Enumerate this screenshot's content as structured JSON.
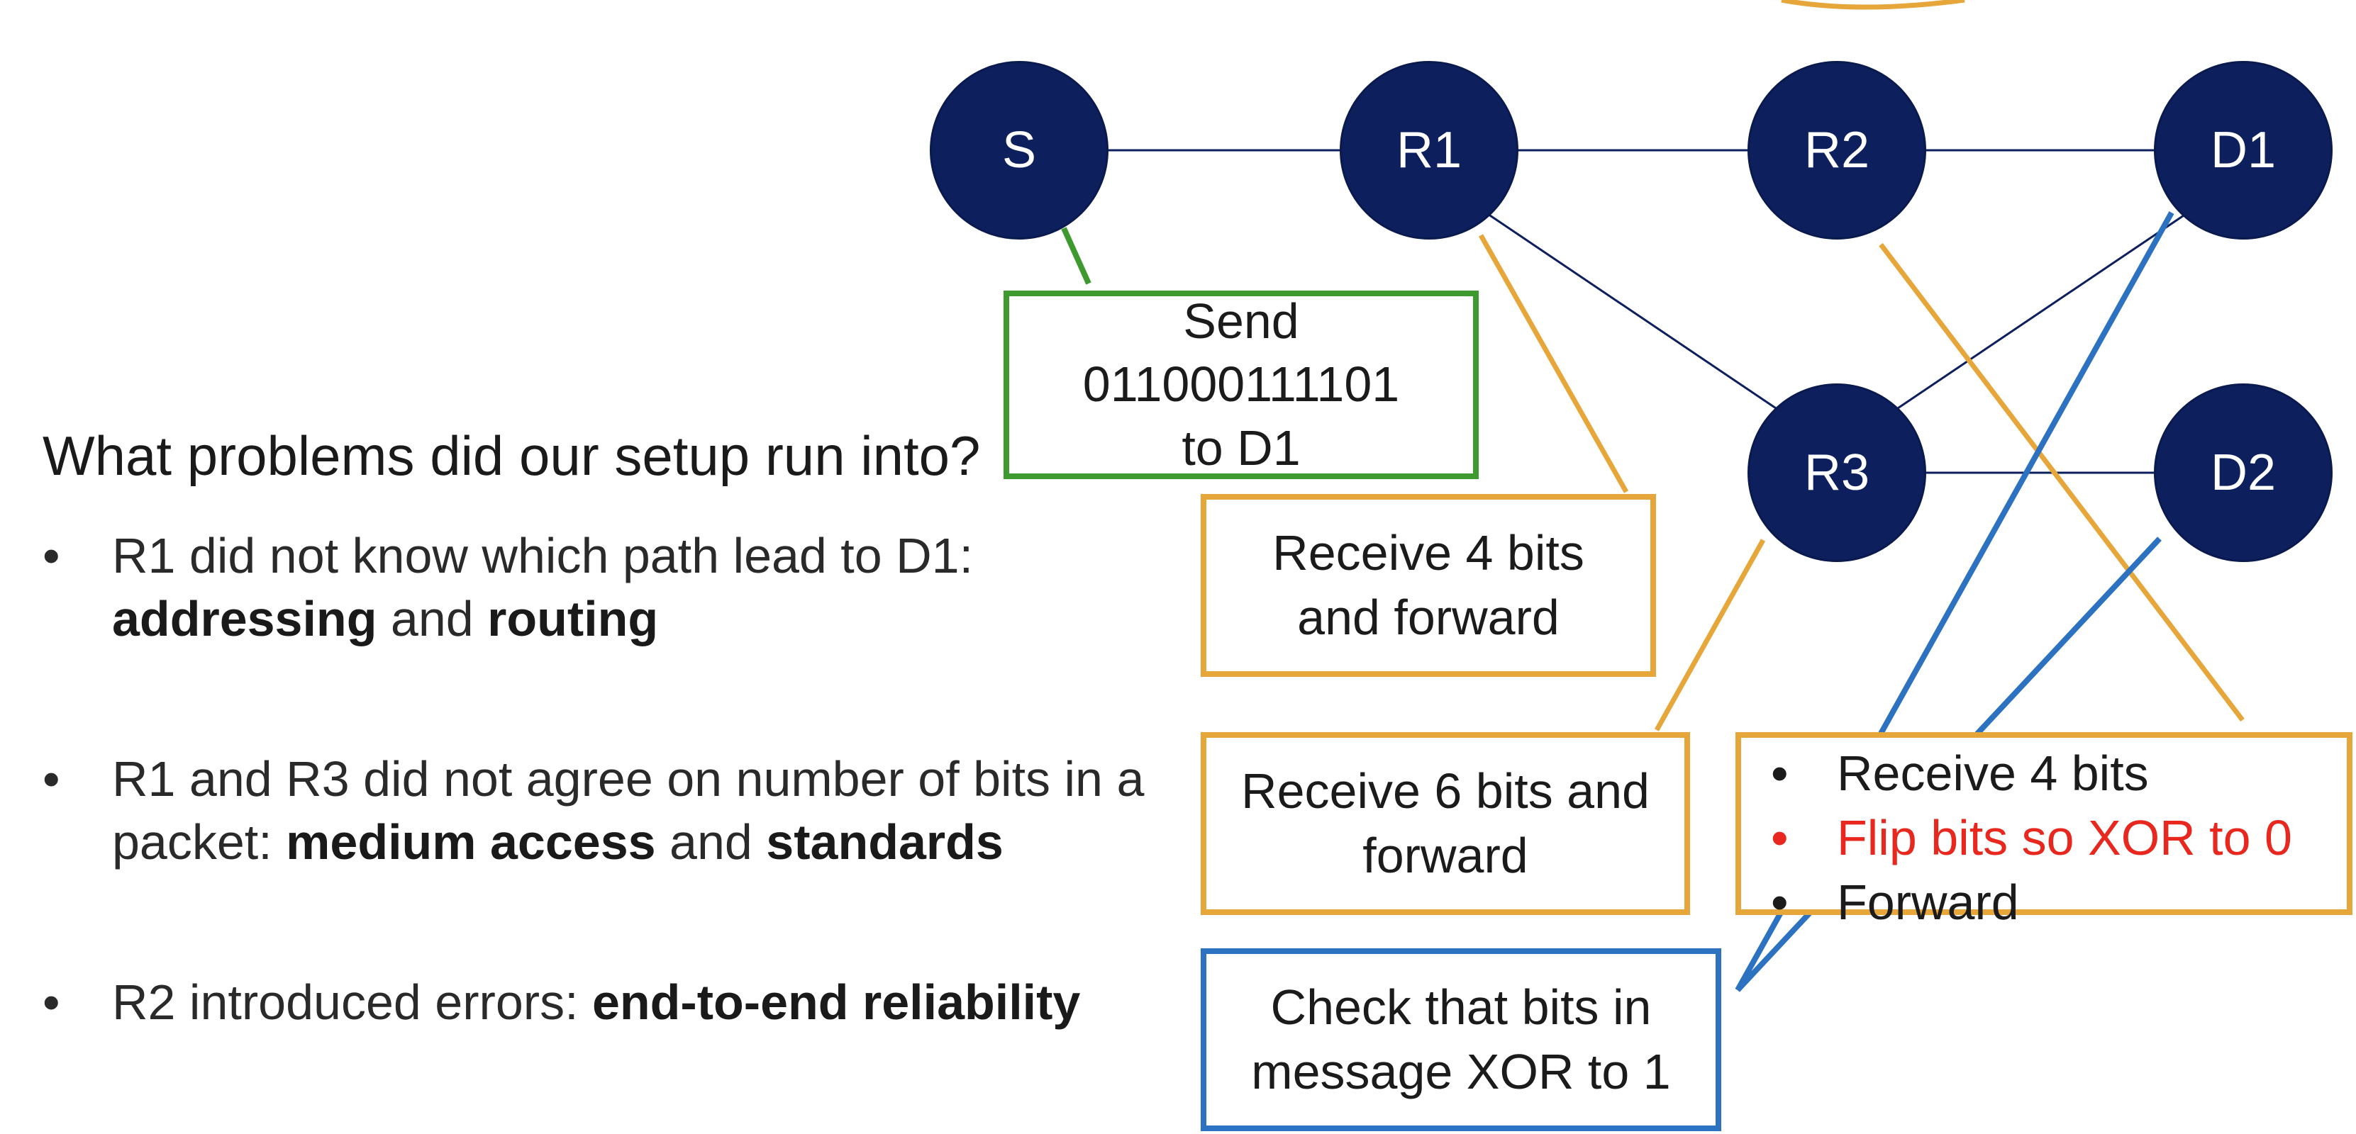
{
  "nodes": {
    "s": "S",
    "r1": "R1",
    "r2": "R2",
    "r3": "R3",
    "d1": "D1",
    "d2": "D2"
  },
  "boxes": {
    "send": [
      "Send",
      "011000111101",
      "to D1"
    ],
    "r1_receive": [
      "Receive 4 bits",
      "and forward"
    ],
    "r3_receive": [
      "Receive 6 bits and",
      "forward"
    ],
    "d1_check": [
      "Check that bits in",
      "message XOR to 1"
    ],
    "r2_steps": [
      {
        "marker": "•",
        "text": "Receive 4 bits",
        "color": "#1b1b1b"
      },
      {
        "marker": "•",
        "text": "Flip bits so XOR to 0",
        "color": "#e8281e"
      },
      {
        "marker": "•",
        "text": "Forward",
        "color": "#1b1b1b"
      }
    ]
  },
  "heading": "What problems did our setup run into?",
  "bullets": [
    {
      "marker": "•",
      "line1": "R1 did not know which path lead to D1:",
      "line2_parts": [
        [
          "addressing",
          true
        ],
        [
          " and ",
          false
        ],
        [
          "routing",
          true
        ]
      ]
    },
    {
      "marker": "•",
      "line1": "R1 and R3 did not agree on number of bits in a",
      "line2_parts": [
        [
          "packet: ",
          false
        ],
        [
          "medium access",
          true
        ],
        [
          " and ",
          false
        ],
        [
          "standards",
          true
        ]
      ]
    },
    {
      "marker": "•",
      "line1_parts": [
        [
          "R2 introduced errors: ",
          false
        ],
        [
          "end-to-end reliability",
          true
        ]
      ]
    }
  ],
  "colors": {
    "node": "#0d1f5c",
    "green": "#3e9a2f",
    "orange": "#e6a63a",
    "blue": "#2c72c0",
    "red": "#e8281e"
  }
}
